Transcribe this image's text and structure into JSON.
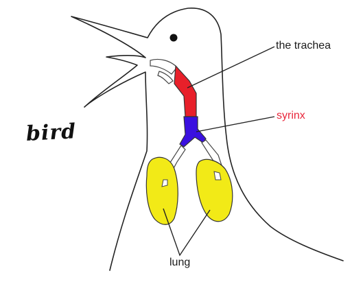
{
  "labels": {
    "trachea": "the trachea",
    "syrinx": "syrinx",
    "lung": "lung",
    "bird": "bird"
  },
  "colors": {
    "trachea": "#e8202a",
    "syrinx_region": "#3a10e0",
    "syrinx_label": "#e8263a",
    "lungs": "#f2ea17",
    "outline": "#222222"
  },
  "icons": {
    "eye": "eye-icon"
  }
}
